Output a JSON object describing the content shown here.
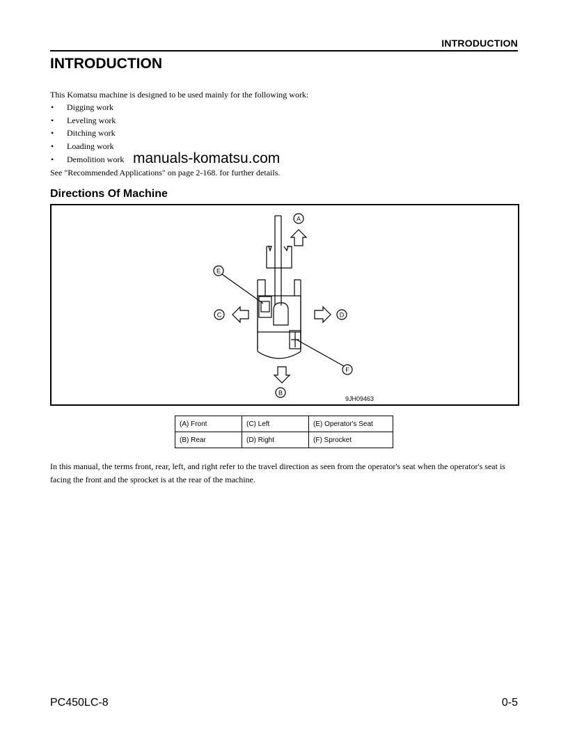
{
  "header": {
    "title": "INTRODUCTION"
  },
  "heading": "INTRODUCTION",
  "intro_text": "This Komatsu machine is designed to be used mainly for the following work:",
  "bullets": [
    "Digging work",
    "Leveling work",
    "Ditching work",
    "Loading work",
    "Demolition work"
  ],
  "bullet_symbol": "•",
  "watermark": "manuals-komatsu.com",
  "see_text": "See \"Recommended Applications\" on page 2-168. for further details.",
  "section_heading": "Directions Of Machine",
  "figure": {
    "code": "9JH09463",
    "callouts": {
      "a": "A",
      "b": "B",
      "c": "C",
      "d": "D",
      "e": "E",
      "f": "F"
    }
  },
  "legend": {
    "rows": [
      [
        "(A) Front",
        "(C) Left",
        "(E) Operator's Seat"
      ],
      [
        "(B) Rear",
        "(D) Right",
        "(F) Sprocket"
      ]
    ]
  },
  "note": "In this manual, the terms front, rear, left, and right refer to the travel direction as seen from the operator's seat when the operator's seat is facing the front and the sprocket is at the rear of the machine.",
  "footer": {
    "model": "PC450LC-8",
    "page": "0-5"
  }
}
